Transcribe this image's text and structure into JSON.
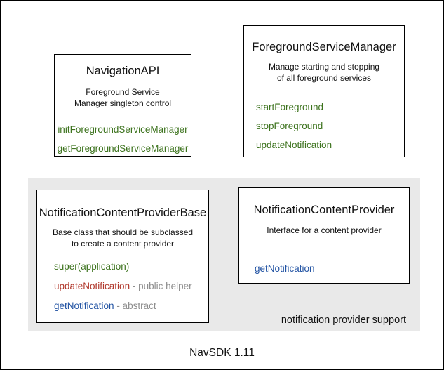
{
  "diagram": {
    "footer_label": "NavSDK 1.11",
    "group": {
      "label": "notification provider support",
      "background": "#e9e9e9"
    },
    "colors": {
      "method_green": "#3d731e",
      "method_red": "#b0372b",
      "method_blue": "#2253a3",
      "annotation_gray": "#8e8e8e",
      "box_border": "#000000"
    },
    "boxes": {
      "navigation_api": {
        "title": "NavigationAPI",
        "description": "Foreground Service\nManager singleton control",
        "methods": [
          {
            "name": "initForegroundServiceManager",
            "color": "#3d731e"
          },
          {
            "name": "getForegroundServiceManager",
            "color": "#3d731e"
          }
        ]
      },
      "foreground_service_manager": {
        "title": "ForegroundServiceManager",
        "description": "Manage starting and stopping\nof all foreground services",
        "methods": [
          {
            "name": "startForeground",
            "color": "#3d731e"
          },
          {
            "name": "stopForeground",
            "color": "#3d731e"
          },
          {
            "name": "updateNotification",
            "color": "#3d731e"
          }
        ]
      },
      "notification_content_provider_base": {
        "title": "NotificationContentProviderBase",
        "description": "Base class that should be subclassed\nto create a content provider",
        "methods": [
          {
            "name": "super(application)",
            "color": "#3d731e",
            "annotation": ""
          },
          {
            "name": "updateNotification",
            "color": "#b0372b",
            "annotation": " - public helper"
          },
          {
            "name": "getNotification",
            "color": "#2253a3",
            "annotation": " - abstract"
          }
        ]
      },
      "notification_content_provider": {
        "title": "NotificationContentProvider",
        "description": "Interface for a content provider",
        "methods": [
          {
            "name": "getNotification",
            "color": "#2253a3"
          }
        ]
      }
    }
  }
}
